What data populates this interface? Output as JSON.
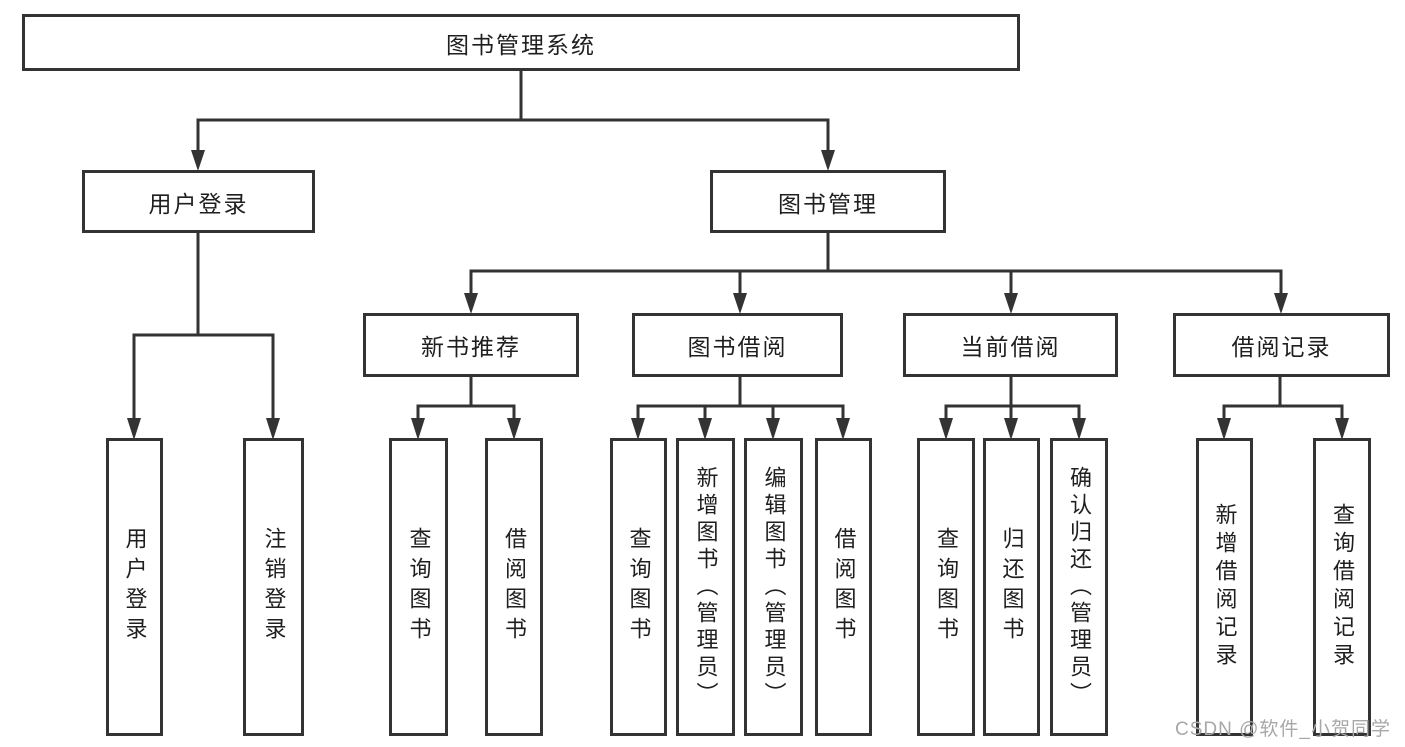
{
  "diagram": {
    "type": "hierarchy-tree",
    "colors": {
      "line": "#333333",
      "box_border": "#333333",
      "text": "#1f1f1f",
      "background": "#ffffff",
      "watermark": "#a8a8a8"
    },
    "nodes": {
      "root": {
        "label": "图书管理系统",
        "children": [
          "user_login",
          "book_mgmt"
        ]
      },
      "user_login": {
        "label": "用户登录",
        "children": [
          "leaf_user_login",
          "leaf_logout"
        ]
      },
      "book_mgmt": {
        "label": "图书管理",
        "children": [
          "new_book_rec",
          "book_borrow",
          "current_borrow",
          "borrow_records"
        ]
      },
      "new_book_rec": {
        "label": "新书推荐",
        "children": [
          "leaf_rec_query",
          "leaf_rec_borrow"
        ]
      },
      "book_borrow": {
        "label": "图书借阅",
        "children": [
          "leaf_bb_query",
          "leaf_bb_add",
          "leaf_bb_edit",
          "leaf_bb_borrow"
        ]
      },
      "current_borrow": {
        "label": "当前借阅",
        "children": [
          "leaf_cb_query",
          "leaf_cb_return",
          "leaf_cb_confirm"
        ]
      },
      "borrow_records": {
        "label": "借阅记录",
        "children": [
          "leaf_br_add",
          "leaf_br_query"
        ]
      },
      "leaf_user_login": {
        "label": "用户登录"
      },
      "leaf_logout": {
        "label": "注销登录"
      },
      "leaf_rec_query": {
        "label": "查询图书"
      },
      "leaf_rec_borrow": {
        "label": "借阅图书"
      },
      "leaf_bb_query": {
        "label": "查询图书"
      },
      "leaf_bb_add": {
        "label": "新增图书（管理员）"
      },
      "leaf_bb_edit": {
        "label": "编辑图书（管理员）"
      },
      "leaf_bb_borrow": {
        "label": "借阅图书"
      },
      "leaf_cb_query": {
        "label": "查询图书"
      },
      "leaf_cb_return": {
        "label": "归还图书"
      },
      "leaf_cb_confirm": {
        "label": "确认归还（管理员）"
      },
      "leaf_br_add": {
        "label": "新增借阅记录"
      },
      "leaf_br_query": {
        "label": "查询借阅记录"
      }
    },
    "watermark": "CSDN @软件_小贺同学"
  }
}
